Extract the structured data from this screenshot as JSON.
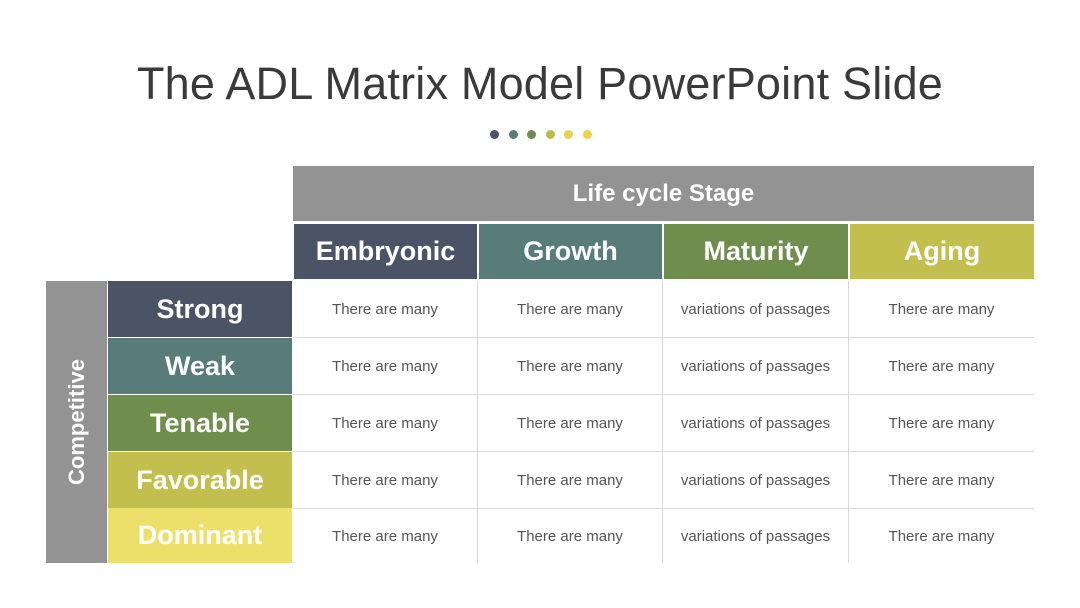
{
  "title": "The ADL Matrix Model PowerPoint Slide",
  "dots": [
    "#4a5568",
    "#5a7a78",
    "#6e8b4f",
    "#b8bd4c",
    "#e5d350",
    "#f0d04a"
  ],
  "stage_header": "Life cycle Stage",
  "side_label": "Competitive",
  "columns": [
    {
      "label": "Embryonic",
      "color": "#4b5367"
    },
    {
      "label": "Growth",
      "color": "#577c79"
    },
    {
      "label": "Maturity",
      "color": "#6f8d4d"
    },
    {
      "label": "Aging",
      "color": "#c3bf4e"
    }
  ],
  "rows": [
    {
      "label": "Strong",
      "color": "#4b5367",
      "cells": [
        "There are many",
        "There are many",
        "variations of passages",
        "There are many"
      ]
    },
    {
      "label": "Weak",
      "color": "#577c79",
      "cells": [
        "There are many",
        "There are many",
        "variations of passages",
        "There are many"
      ]
    },
    {
      "label": "Tenable",
      "color": "#6f8d4d",
      "cells": [
        "There are many",
        "There are many",
        "variations of passages",
        "There are many"
      ]
    },
    {
      "label": "Favorable",
      "color": "#c3bf4e",
      "cells": [
        "There are many",
        "There are many",
        "variations of passages",
        "There are many"
      ]
    },
    {
      "label": "Dominant",
      "color": "#ece06a",
      "cells": [
        "There are many",
        "There are many",
        "variations of passages",
        "There are many"
      ]
    }
  ]
}
